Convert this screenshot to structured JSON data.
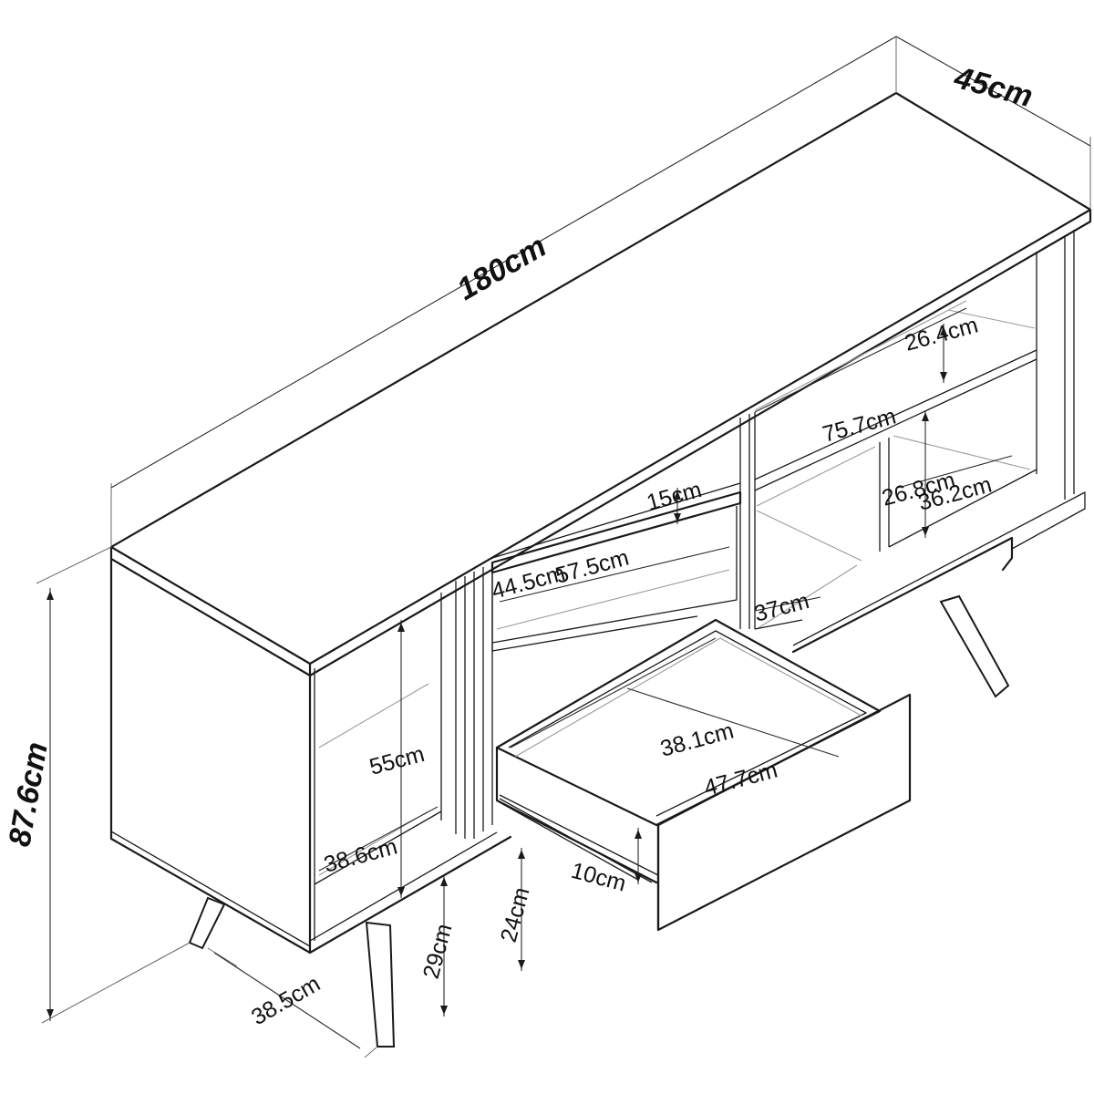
{
  "dimensions": {
    "width": "180cm",
    "depth": "45cm",
    "height": "87.6cm",
    "top_shelf_height": "26.4cm",
    "upper_right_width": "75.7cm",
    "right_cubby_height": "26.8cm",
    "right_cubby_width": "36.2cm",
    "drawer_front_height": "15cm",
    "mid_depth": "44.5cm",
    "mid_width": "57.5cm",
    "right_lower_depth": "37cm",
    "left_cabinet_height": "55cm",
    "left_cabinet_width": "38.6cm",
    "drawer_inner_depth": "38.1cm",
    "drawer_inner_width": "47.7cm",
    "drawer_height": "10cm",
    "leg_spacing": "24cm",
    "leg_height": "29cm",
    "leg_depth_spacing": "38.5cm"
  }
}
